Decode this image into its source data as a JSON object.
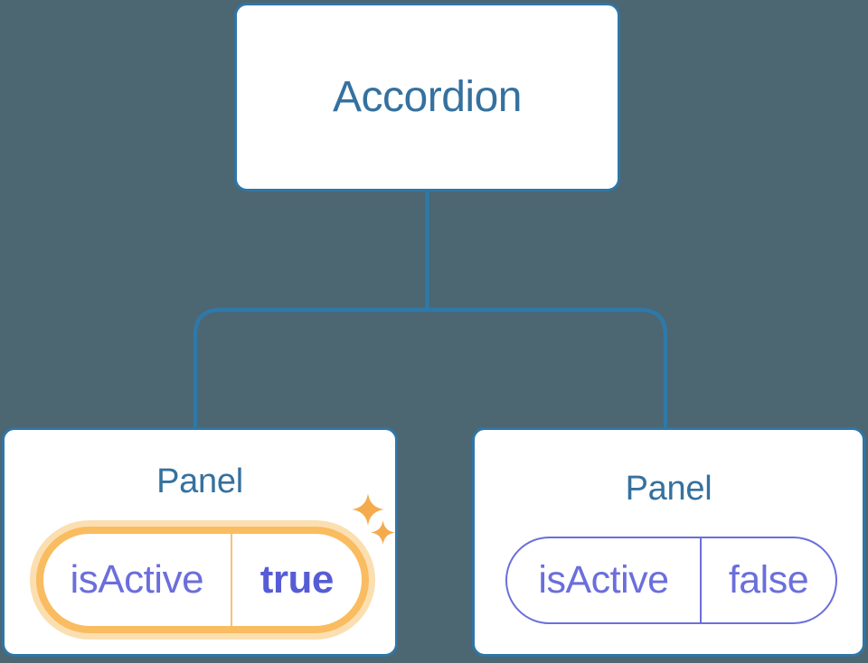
{
  "diagram": {
    "root": {
      "label": "Accordion"
    },
    "panels": [
      {
        "label": "Panel",
        "state_key": "isActive",
        "state_value": "true",
        "active": true,
        "decoration": "sparkles"
      },
      {
        "label": "Panel",
        "state_key": "isActive",
        "state_value": "false",
        "active": false
      }
    ],
    "colors": {
      "background": "#4C6672",
      "node_border": "#2F76A6",
      "node_line": "#2F79A8",
      "node_text": "#35719F",
      "state_text": "#6B6EDB",
      "state_value_active": "#575CD6",
      "active_ring": "#FABC60",
      "active_halo": "#FBDFB1",
      "active_divider": "#F6C377",
      "sparkle": "#F5AB4D"
    }
  }
}
